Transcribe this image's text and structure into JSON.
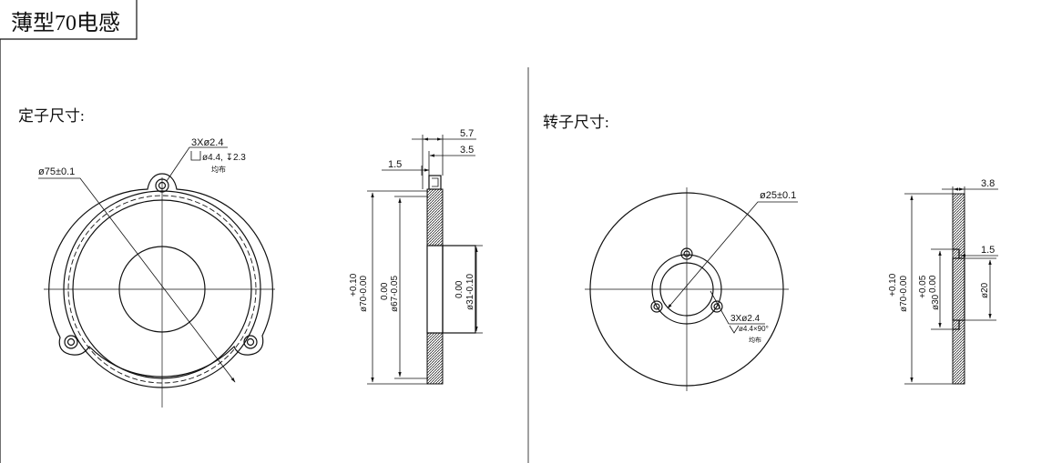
{
  "title": "薄型70电感",
  "stator": {
    "heading": "定子尺寸:",
    "front": {
      "diameter_label": "ø75±0.1",
      "hole_label": "3Xø2.4",
      "counterbore_label": "ø4.4, ↧2.3",
      "even_label": "均布"
    },
    "side": {
      "dim_5_7": "5.7",
      "dim_3_5": "3.5",
      "dim_1_5": "1.5",
      "dia70_main": "ø70-0.00",
      "dia70_tol": "+0.10",
      "dia67_main": "ø67-0.05",
      "dia67_tol": "0.00",
      "dia31_main": "ø31-0.10",
      "dia31_tol": "0.00"
    }
  },
  "rotor": {
    "heading": "转子尺寸:",
    "front": {
      "diameter_label": "ø25±0.1",
      "hole_label": "3Xø2.4",
      "countersink_label": "ø4.4×90°",
      "even_label": "均布"
    },
    "side": {
      "dim_3_8": "3.8",
      "dim_1_5": "1.5",
      "dia70_main": "ø70-0.00",
      "dia70_tol": "+0.10",
      "dia30_main": "ø30",
      "dia30_tol": "+0.05",
      "dia30_tol2": "0.00",
      "dia20": "ø20"
    }
  }
}
